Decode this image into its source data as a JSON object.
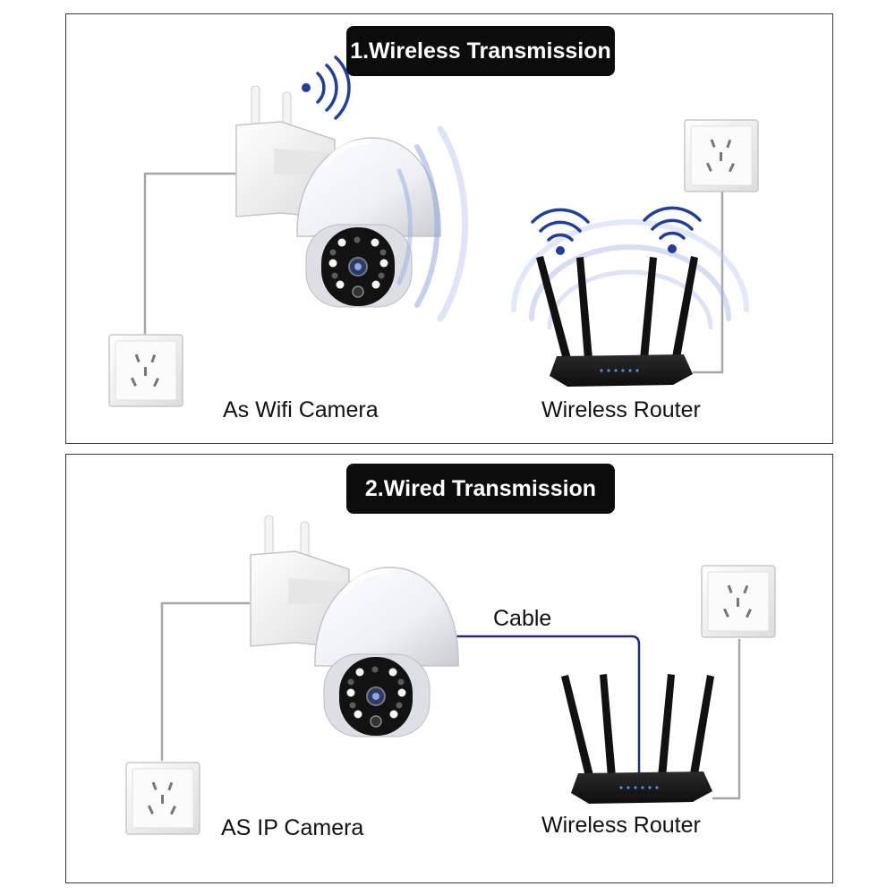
{
  "sections": [
    {
      "title": "1.Wireless Transmission",
      "camera_label": "As Wifi Camera",
      "router_label": "Wireless Router"
    },
    {
      "title": "2.Wired Transmission",
      "camera_label": "AS IP Camera",
      "router_label": "Wireless Router",
      "cable_label": "Cable"
    }
  ],
  "colors": {
    "pill_bg": "#0c0c0c",
    "signal_blue": "#1f3f9a",
    "cable": "#1c2f7a",
    "wire": "#a8a8a8",
    "router_body": "#171717",
    "router_leds": "#4a90e2"
  }
}
